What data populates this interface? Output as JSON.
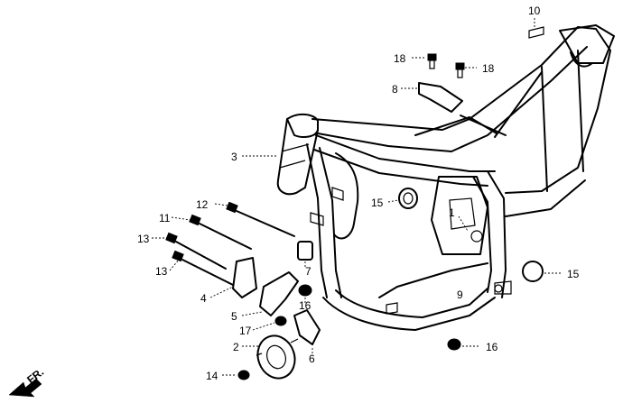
{
  "diagram": {
    "callouts": [
      {
        "id": "c10",
        "text": "10"
      },
      {
        "id": "c18a",
        "text": "18"
      },
      {
        "id": "c18b",
        "text": "18"
      },
      {
        "id": "c8",
        "text": "8"
      },
      {
        "id": "c3",
        "text": "3"
      },
      {
        "id": "c15a",
        "text": "15"
      },
      {
        "id": "c1",
        "text": "1"
      },
      {
        "id": "c12",
        "text": "12"
      },
      {
        "id": "c11",
        "text": "11"
      },
      {
        "id": "c13a",
        "text": "13"
      },
      {
        "id": "c13b",
        "text": "13"
      },
      {
        "id": "c7",
        "text": "7"
      },
      {
        "id": "c15b",
        "text": "15"
      },
      {
        "id": "c4",
        "text": "4"
      },
      {
        "id": "c16a",
        "text": "16"
      },
      {
        "id": "c9",
        "text": "9"
      },
      {
        "id": "c5",
        "text": "5"
      },
      {
        "id": "c17",
        "text": "17"
      },
      {
        "id": "c6",
        "text": "6"
      },
      {
        "id": "c2",
        "text": "2"
      },
      {
        "id": "c16b",
        "text": "16"
      },
      {
        "id": "c14",
        "text": "14"
      }
    ],
    "direction_label": "FR."
  }
}
